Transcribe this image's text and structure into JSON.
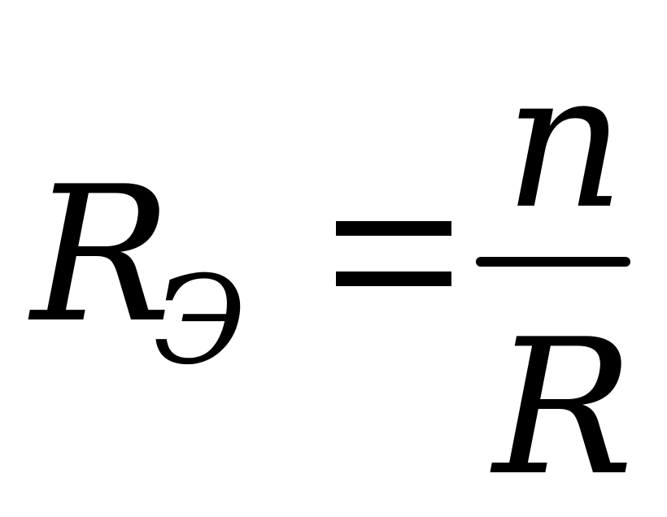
{
  "formula": {
    "lhs_symbol": "R",
    "lhs_subscript": "Э",
    "numerator": "n",
    "denominator": "R"
  },
  "colors": {
    "ink": "#000000",
    "background": "#ffffff"
  }
}
